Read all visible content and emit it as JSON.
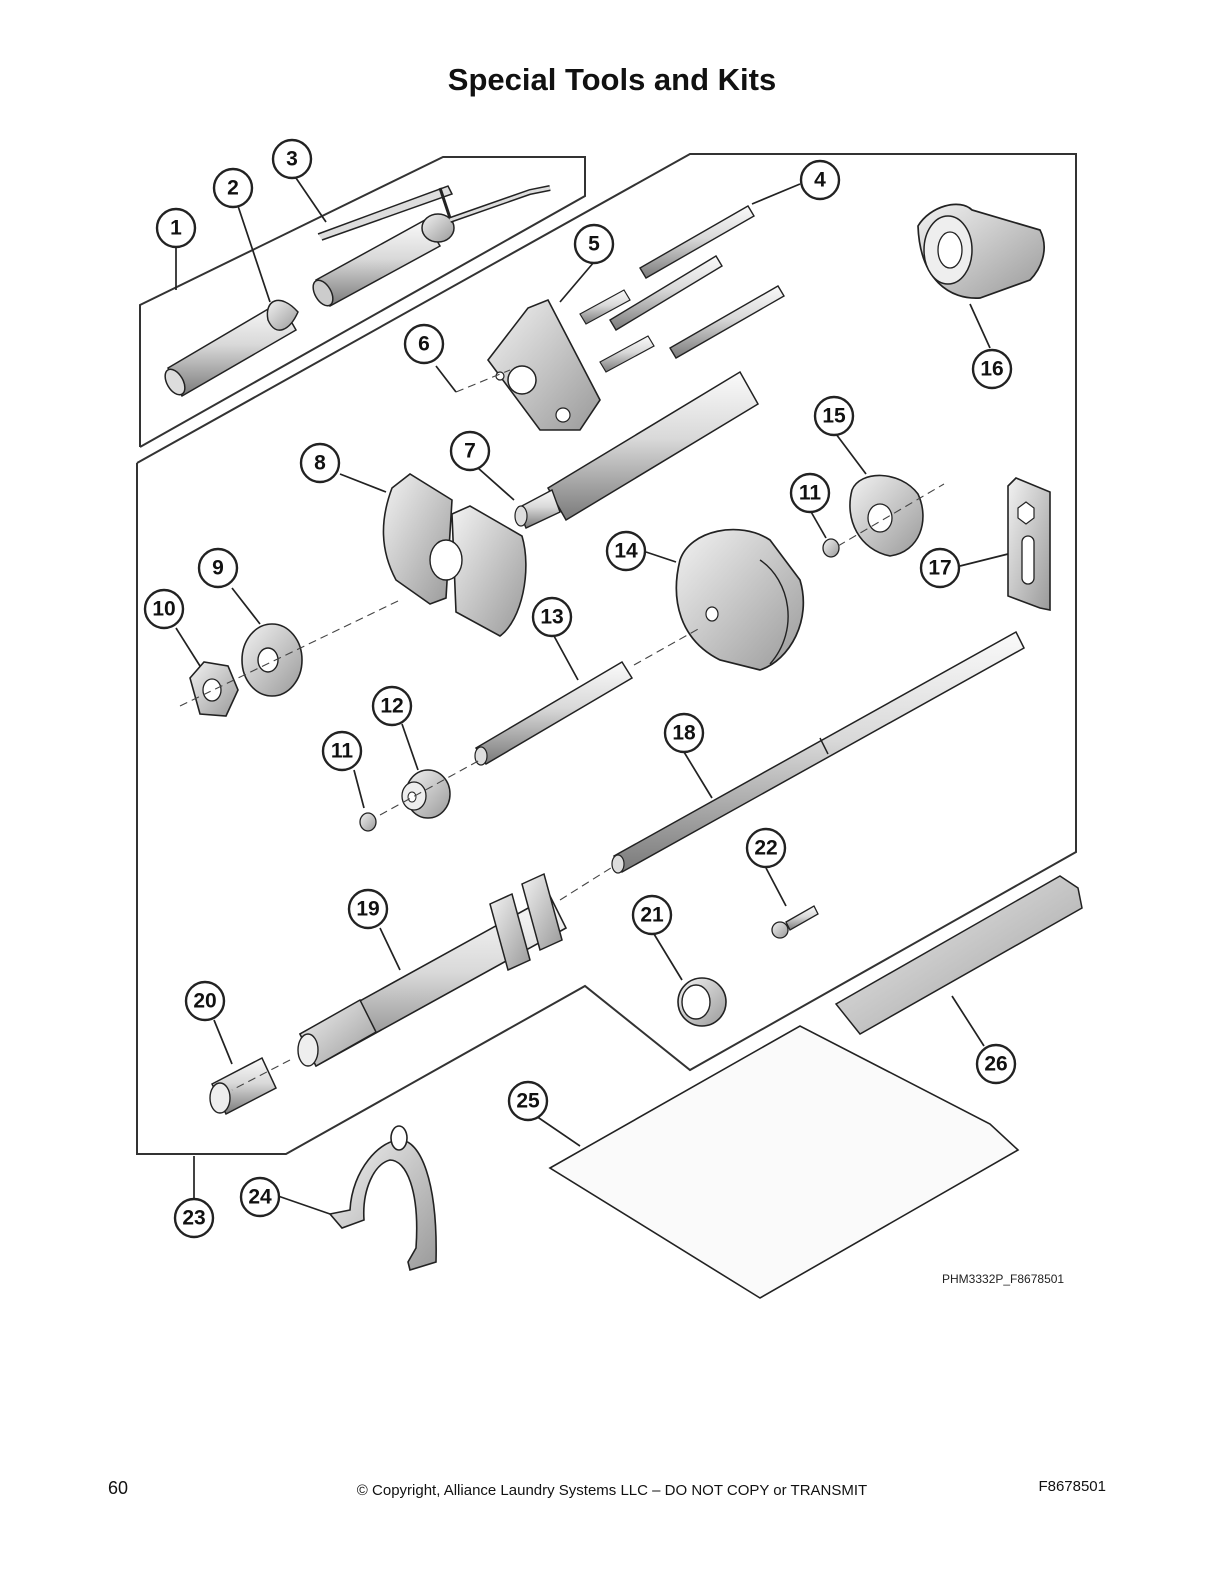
{
  "title": "Special Tools and Kits",
  "figure_code": "PHM3332P_F8678501",
  "callouts": [
    "1",
    "2",
    "3",
    "4",
    "5",
    "6",
    "7",
    "8",
    "9",
    "10",
    "11",
    "12",
    "13",
    "14",
    "15",
    "16",
    "17",
    "18",
    "19",
    "20",
    "21",
    "22",
    "23",
    "24",
    "25",
    "26"
  ],
  "footer": {
    "page_number": "60",
    "copyright": "© Copyright, Alliance Laundry Systems LLC – DO NOT COPY or TRANSMIT",
    "doc_id": "F8678501"
  }
}
